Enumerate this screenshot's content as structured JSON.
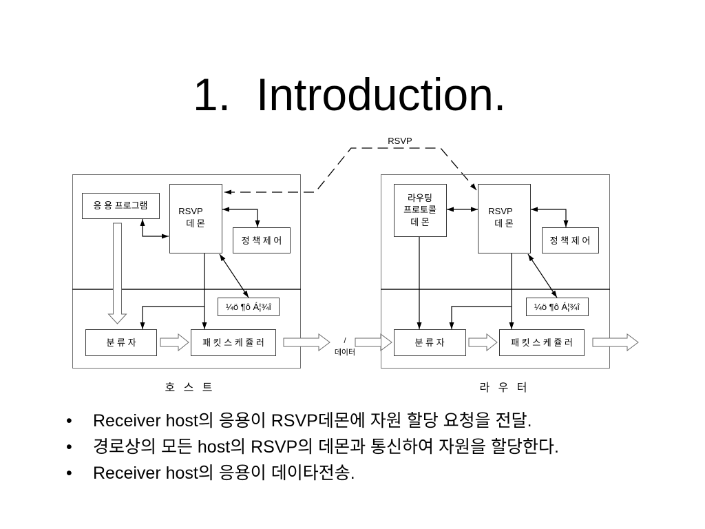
{
  "slide": {
    "title": {
      "number": "1.",
      "text": "Introduction."
    },
    "diagram": {
      "signaling_label": "RSVP",
      "data_path_label": [
        "/",
        "데이터"
      ],
      "host": {
        "caption": "호 스 트",
        "application": "응 용 프로그램",
        "rsvp_daemon": [
          "RSVP",
          "데 몬"
        ],
        "policy_control": "정 책 제 어",
        "admission_control": "¼ö ¶ô Á¦¾î",
        "classifier": "분 류 자",
        "packet_scheduler": "패 킷 스 케 쥴 러"
      },
      "router": {
        "caption": "라 우 터",
        "routing_protocol_daemon": [
          "라우팅",
          "프로토콜",
          "데 몬"
        ],
        "rsvp_daemon": [
          "RSVP",
          "데 몬"
        ],
        "policy_control": "정 책 제 어",
        "admission_control": "¼ö ¶ô Á¦¾î",
        "classifier": "분 류 자",
        "packet_scheduler": "패 킷 스 케 쥴 러"
      }
    },
    "bullet_symbol": "•",
    "bullets": [
      "Receiver host의 응용이 RSVP데몬에 자원 할당 요청을 전달.",
      "경로상의 모든 host의 RSVP의 데몬과 통신하여 자원을 할당한다.",
      "Receiver host의 응용이 데이타전송."
    ]
  }
}
